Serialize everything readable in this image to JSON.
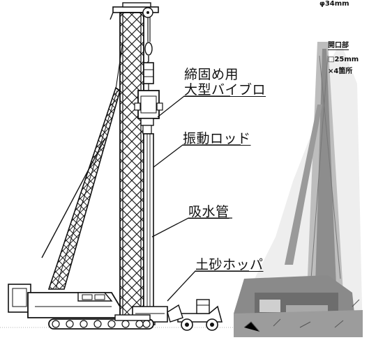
{
  "labels": {
    "vibro_line1": "締固め用",
    "vibro_line2": "大型バイブロ",
    "rod": "振動ロッド",
    "suction_pipe": "吸水管",
    "hopper": "土砂ホッパ"
  },
  "photo_notes": {
    "diameter": "φ34mm",
    "opening_title": "開口部",
    "opening_size": "□25mm",
    "opening_count": "×4箇所"
  },
  "icons": [
    "crawler-crane-drawing",
    "wheel-loader-drawing",
    "vibro-rig-photo"
  ]
}
